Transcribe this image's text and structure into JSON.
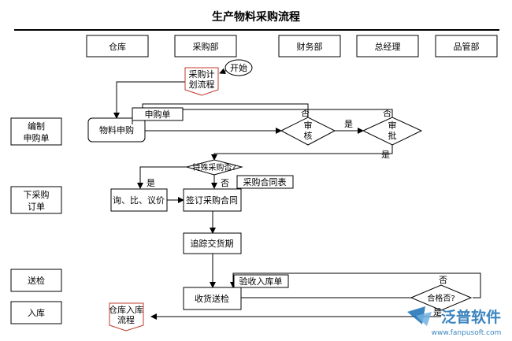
{
  "title": "生产物料采购流程",
  "columns": [
    "仓库",
    "采购部",
    "财务部",
    "总经理",
    "品管部"
  ],
  "rows": [
    [
      "编制",
      "申购单"
    ],
    [
      "下采购",
      "订单"
    ],
    [
      "送检"
    ],
    [
      "入库"
    ]
  ],
  "nodes": {
    "start": "开始",
    "purchase_plan": [
      "采购计",
      "划流程"
    ],
    "apply_form": "申购单",
    "material_apply": "物料申购",
    "audit": [
      "审",
      "核"
    ],
    "approve": [
      "审",
      "批"
    ],
    "special": "特殊采购否?",
    "inquiry": "询、比、议价",
    "sign_contract": "签订采购合同",
    "contract_table": "采购合同表",
    "track_delivery": "追踪交货期",
    "inspect_receive": "收货送检",
    "inbound_form": "验收入库单",
    "qualified": "合格否?",
    "warehouse_flow": [
      "仓库入库",
      "流程"
    ]
  },
  "edge_labels": {
    "audit_no": "否",
    "audit_yes": "是",
    "approve_no": "否",
    "approve_yes": "是",
    "special_yes": "是",
    "special_no": "否",
    "qualified_no": "否",
    "qualified_yes": "是"
  },
  "watermark": {
    "name": "泛普软件",
    "url": "www.fanpusoft.com"
  },
  "colors": {
    "line": "#000000",
    "accent": "#c0392b",
    "logo": "#1a6fb5"
  }
}
